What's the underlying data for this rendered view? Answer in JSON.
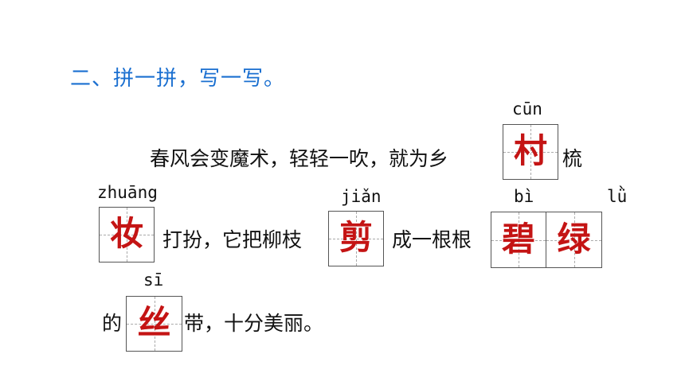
{
  "title": "二、拼一拼，写一写。",
  "lines": {
    "l1_text": "春风会变魔术，轻轻一吹，就为乡",
    "l1_end": "梳",
    "l2_a": "打扮，它把柳枝",
    "l2_b": "成一根根",
    "l3_a": "的",
    "l3_b": "带，十分美丽。"
  },
  "answers": [
    {
      "pinyin": "cūn",
      "char": "村"
    },
    {
      "pinyin": "zhuāng",
      "char": "妆"
    },
    {
      "pinyin": "jiǎn",
      "char": "剪"
    },
    {
      "pinyin": "bì",
      "char": "碧"
    },
    {
      "pinyin": "lǜ",
      "char": "绿"
    },
    {
      "pinyin": "sī",
      "char": "丝"
    }
  ],
  "colors": {
    "title": "#1a6fd0",
    "answer": "#c41414"
  }
}
